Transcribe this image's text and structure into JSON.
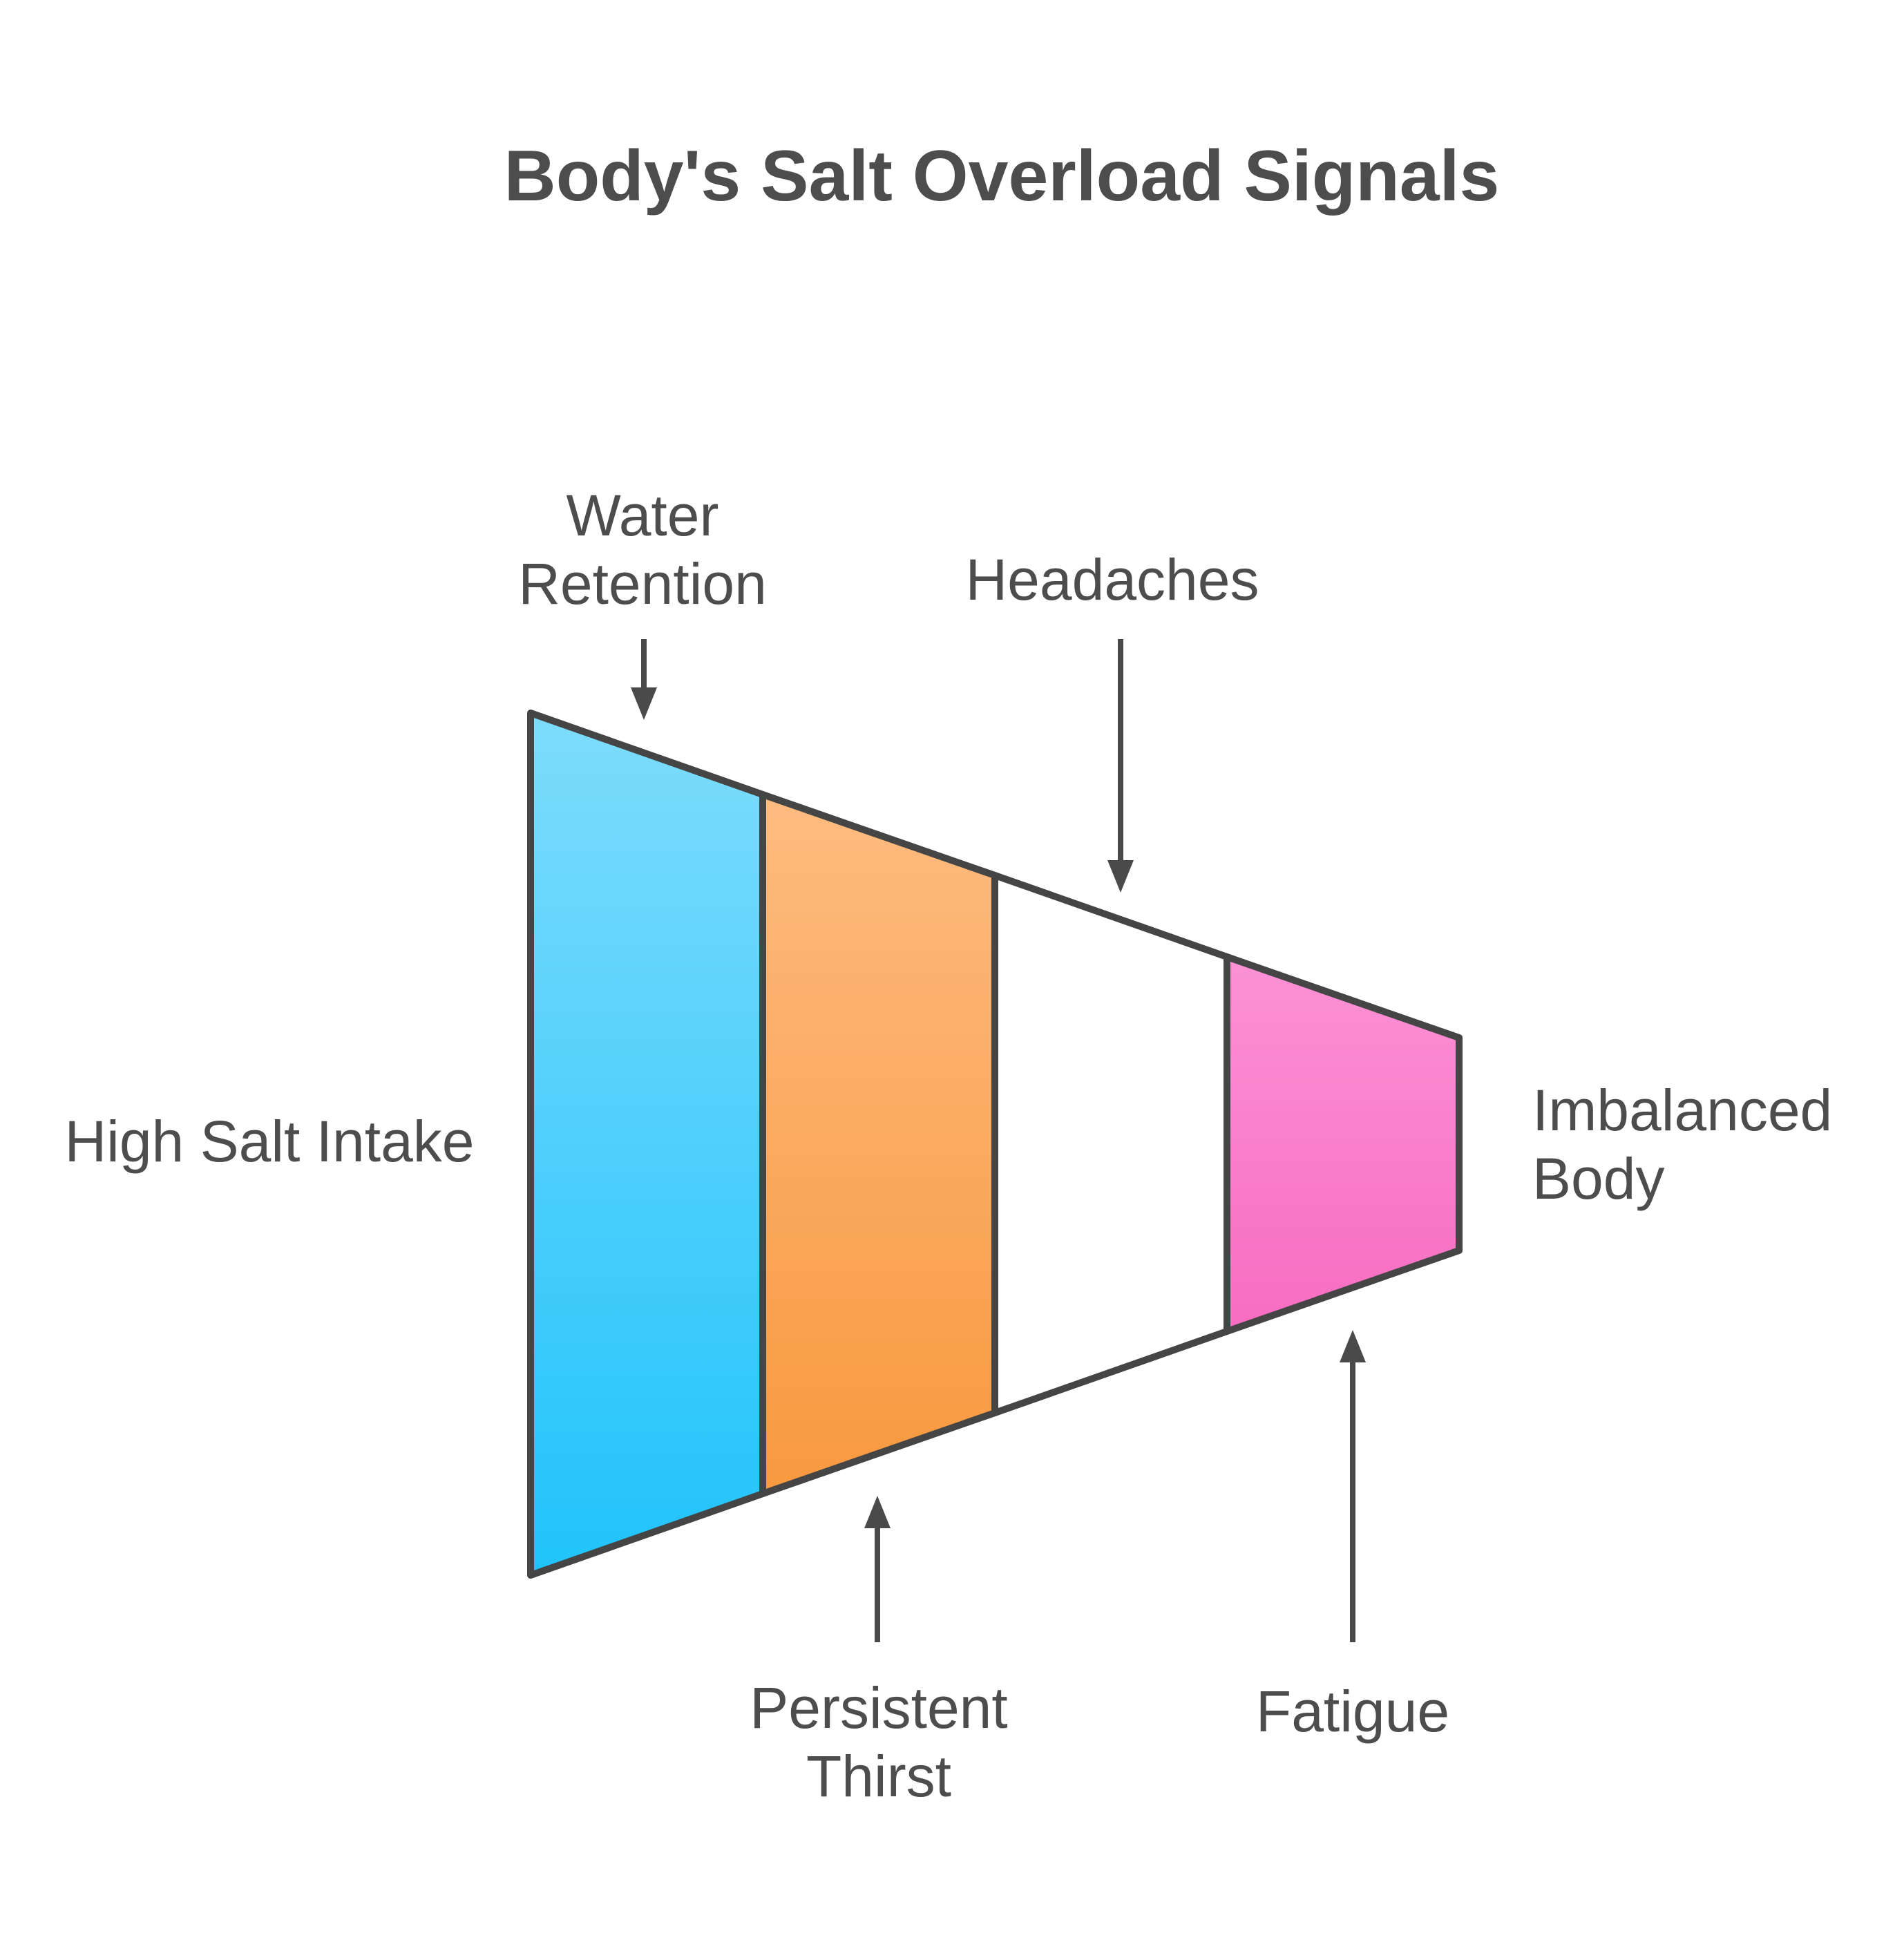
{
  "title": "Body's Salt Overload Signals",
  "diagram": {
    "type": "funnel",
    "direction": "left-to-right",
    "source_label": "High Salt Intake",
    "result_label": "Imbalanced Body",
    "stages": [
      {
        "label": "Water Retention",
        "label_position": "top",
        "color_top": "#7EDCFC",
        "color_bottom": "#20C3FB"
      },
      {
        "label": "Persistent Thirst",
        "label_position": "bottom",
        "color_top": "#FEBB80",
        "color_bottom": "#F8993F"
      },
      {
        "label": "Headaches",
        "label_position": "top",
        "color_top": "#FFFFFF",
        "color_bottom": "#FFFFFF"
      },
      {
        "label": "Fatigue",
        "label_position": "bottom",
        "color_top": "#FC92D5",
        "color_bottom": "#F76CC1"
      }
    ]
  },
  "colors": {
    "background": "#FFFFFF",
    "outline": "#454545",
    "arrow": "#4A4A4A",
    "text": "#4D4D4D"
  }
}
